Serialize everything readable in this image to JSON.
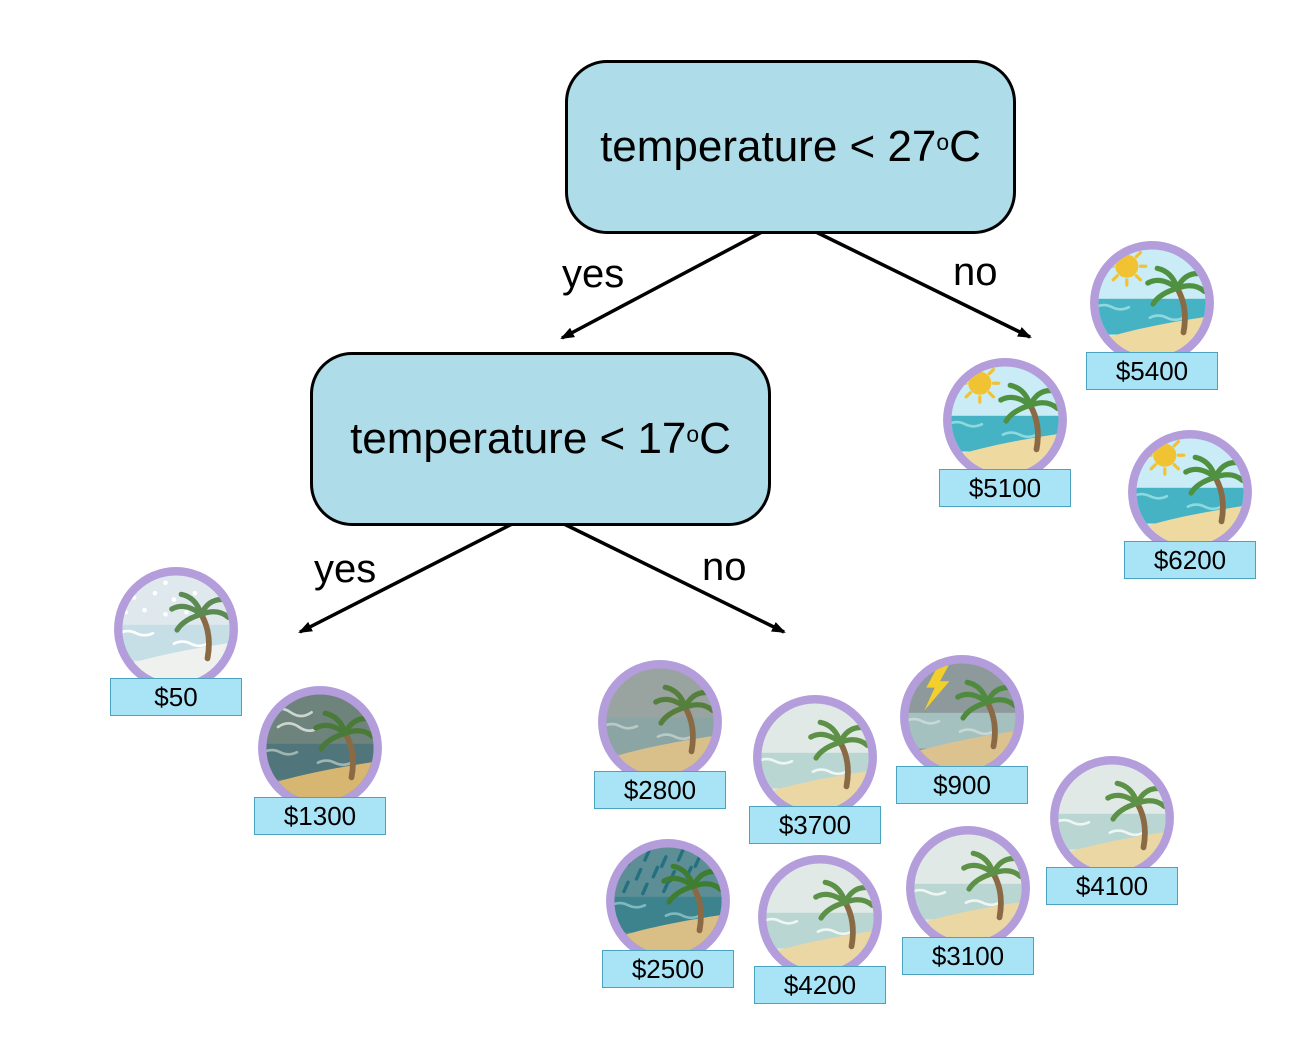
{
  "diagram": {
    "nodes": [
      {
        "id": "root",
        "text": "temperature < 27",
        "sup": "o",
        "unit": "C"
      },
      {
        "id": "second",
        "text": "temperature < 17",
        "sup": "o",
        "unit": "C"
      }
    ],
    "branches": {
      "root_yes": "yes",
      "root_no": "no",
      "second_yes": "yes",
      "second_no": "no"
    },
    "leaves": [
      {
        "price": "$5400",
        "icon": "sunny-beach-icon"
      },
      {
        "price": "$5100",
        "icon": "sunny-beach-icon"
      },
      {
        "price": "$6200",
        "icon": "sunny-beach-icon"
      },
      {
        "price": "$50",
        "icon": "snowy-beach-icon"
      },
      {
        "price": "$1300",
        "icon": "stormy-beach-icon"
      },
      {
        "price": "$2800",
        "icon": "overcast-beach-icon"
      },
      {
        "price": "$3700",
        "icon": "cloudy-beach-icon"
      },
      {
        "price": "$900",
        "icon": "lightning-beach-icon"
      },
      {
        "price": "$4100",
        "icon": "cloudy-beach-icon"
      },
      {
        "price": "$2500",
        "icon": "rainy-beach-icon"
      },
      {
        "price": "$4200",
        "icon": "cloudy-beach-icon"
      },
      {
        "price": "$3100",
        "icon": "cloudy-beach-icon"
      }
    ],
    "colors": {
      "node_fill": "#aedde9",
      "node_border": "#000000",
      "price_fill": "#a9e3f6",
      "price_border": "#4ba3c0",
      "ring": "#b39ddb",
      "arrow": "#000000"
    }
  }
}
